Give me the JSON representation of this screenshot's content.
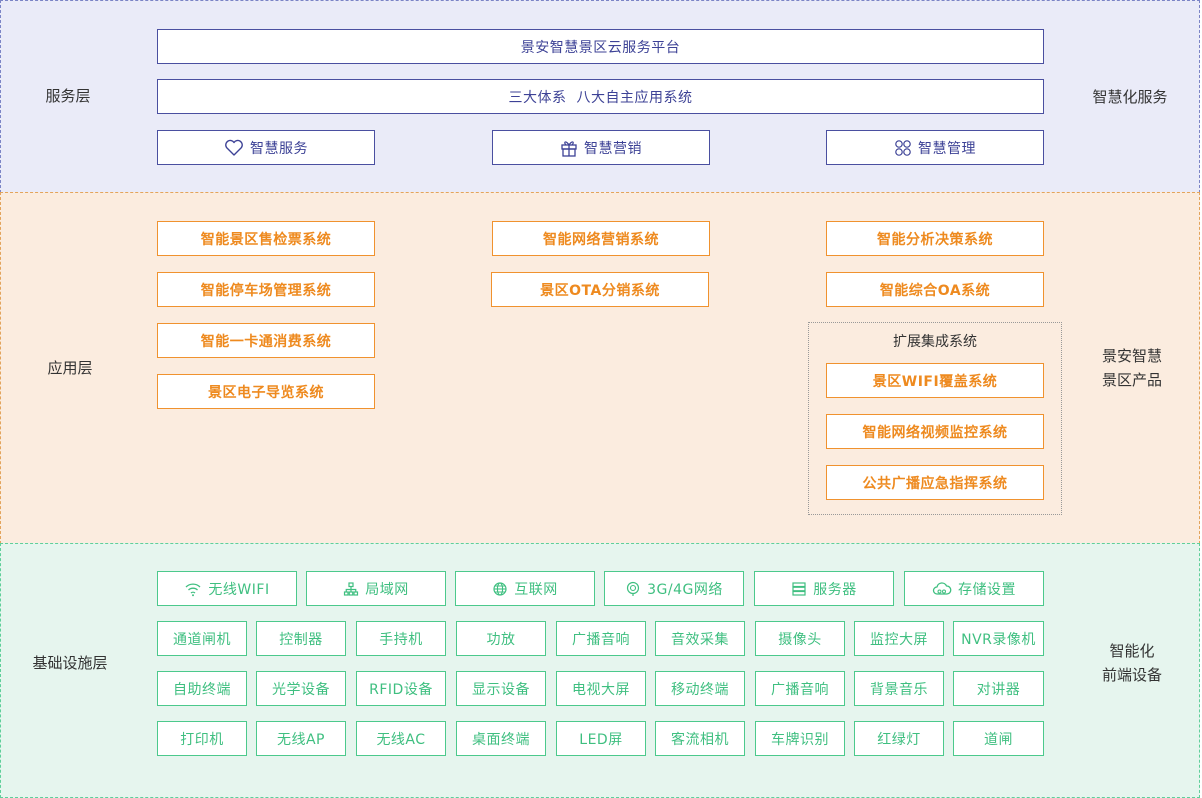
{
  "service_layer": {
    "left_label": "服务层",
    "right_label": "智慧化服务",
    "platform": "景安智慧景区云服务平台",
    "system": "三大体系  八大自主应用系统",
    "pillars": [
      {
        "label": "智慧服务",
        "icon": "heart-icon"
      },
      {
        "label": "智慧营销",
        "icon": "gift-icon"
      },
      {
        "label": "智慧管理",
        "icon": "apps-grid-icon"
      }
    ]
  },
  "app_layer": {
    "left_label": "应用层",
    "right_label_line1": "景安智慧",
    "right_label_line2": "景区产品",
    "col1": [
      "智能景区售检票系统",
      "智能停车场管理系统",
      "智能一卡通消费系统",
      "景区电子导览系统"
    ],
    "col2": [
      "智能网络营销系统",
      "景区OTA分销系统"
    ],
    "col3": [
      "智能分析决策系统",
      "智能综合OA系统"
    ],
    "extension": {
      "title": "扩展集成系统",
      "items": [
        "景区WIFI覆盖系统",
        "智能网络视频监控系统",
        "公共广播应急指挥系统"
      ]
    }
  },
  "infra_layer": {
    "left_label": "基础设施层",
    "right_label_line1": "智能化",
    "right_label_line2": "前端设备",
    "network_row": [
      {
        "label": "无线WIFI",
        "icon": "wifi-icon"
      },
      {
        "label": "局域网",
        "icon": "network-tree-icon"
      },
      {
        "label": "互联网",
        "icon": "globe-icon"
      },
      {
        "label": "3G/4G网络",
        "icon": "signal-icon"
      },
      {
        "label": "服务器",
        "icon": "server-icon"
      },
      {
        "label": "存储设置",
        "icon": "cloud-storage-icon"
      }
    ],
    "rows": [
      [
        "通道闸机",
        "控制器",
        "手持机",
        "功放",
        "广播音响",
        "音效采集",
        "摄像头",
        "监控大屏",
        "NVR录像机"
      ],
      [
        "自助终端",
        "光学设备",
        "RFID设备",
        "显示设备",
        "电视大屏",
        "移动终端",
        "广播音响",
        "背景音乐",
        "对讲器"
      ],
      [
        "打印机",
        "无线AP",
        "无线AC",
        "桌面终端",
        "LED屏",
        "客流相机",
        "车牌识别",
        "红绿灯",
        "道闸"
      ]
    ]
  },
  "colors": {
    "service_bg": "#eaebf8",
    "service_accent": "#3d4296",
    "app_bg": "#fbecdf",
    "app_accent": "#ee8a1f",
    "infra_bg": "#e6f5ee",
    "infra_accent": "#3fbf80"
  }
}
